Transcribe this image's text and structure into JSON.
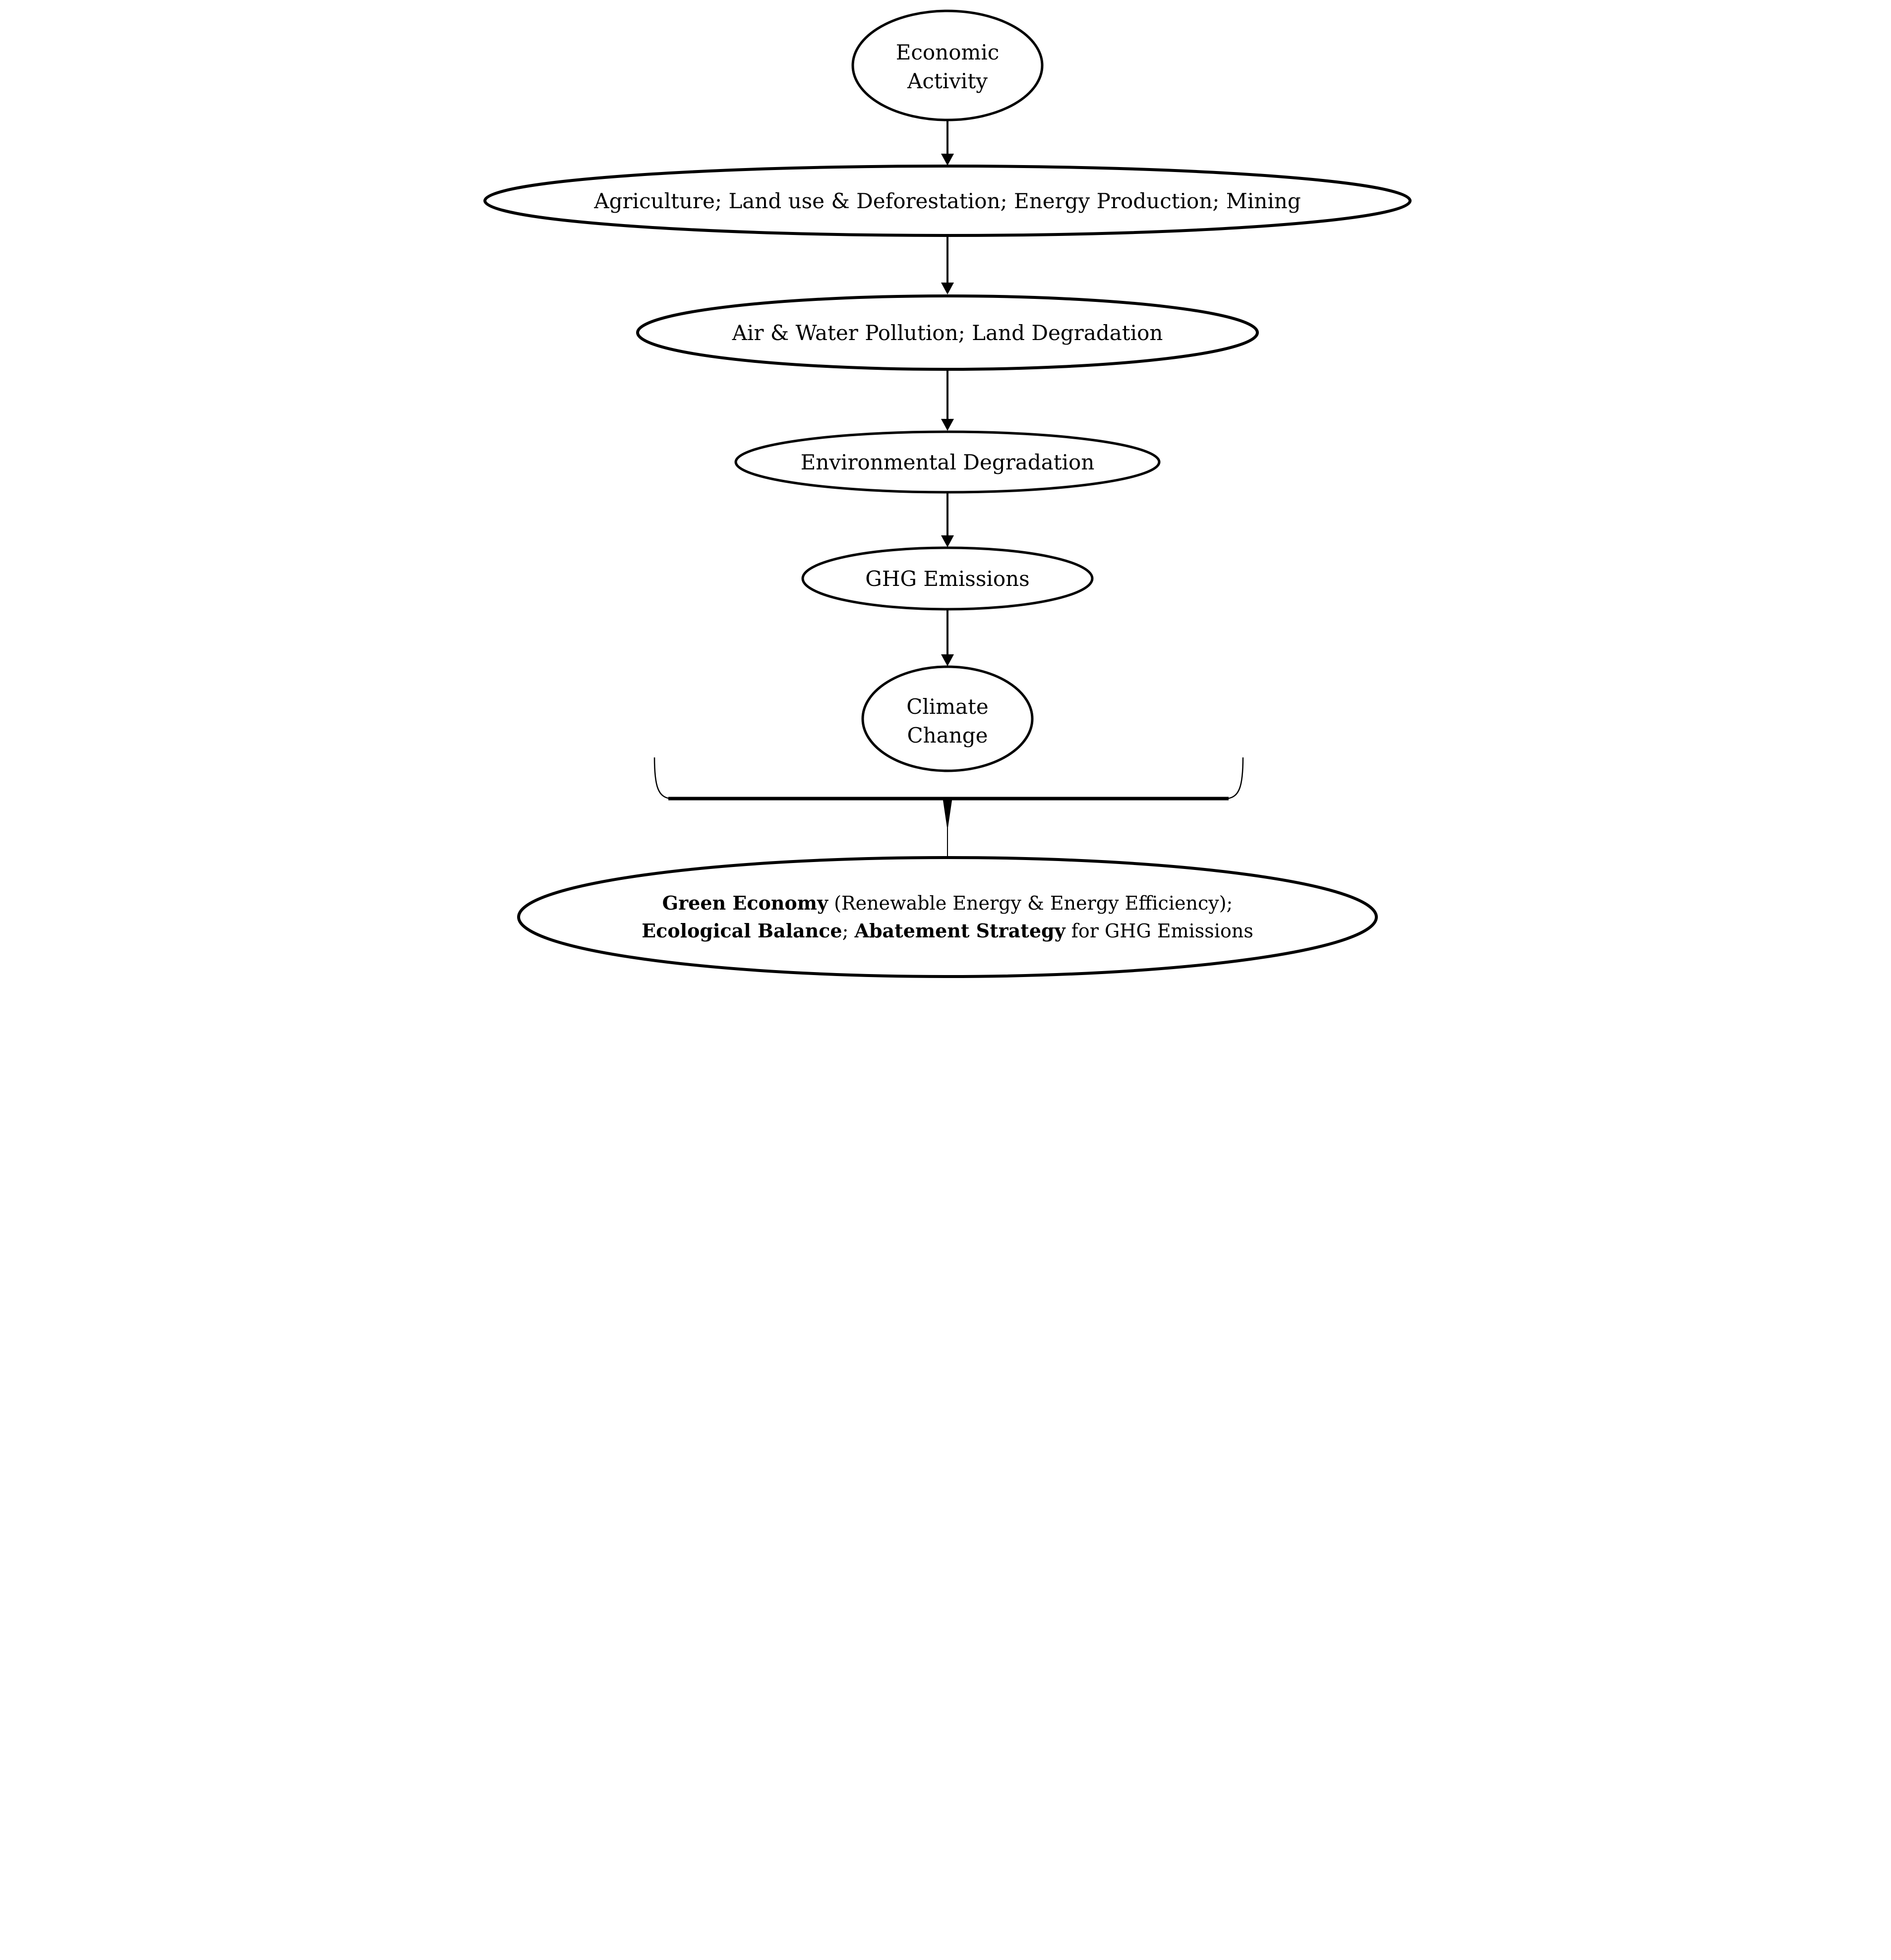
{
  "figure": {
    "background_color": "#ffffff",
    "line_color": "#000000",
    "nodes": {
      "economic_activity": {
        "line1": "Economic",
        "line2": "Activity"
      },
      "sectors": {
        "label": "Agriculture; Land use & Deforestation; Energy Production; Mining"
      },
      "pollution": {
        "label": "Air & Water Pollution; Land Degradation"
      },
      "environmental_degradation": {
        "label": "Environmental Degradation"
      },
      "ghg_emissions": {
        "label": "GHG Emissions"
      },
      "climate_change": {
        "line1": "Climate",
        "line2": "Change"
      },
      "response": {
        "line1_bold": "Green Economy",
        "line1_rest": " (Renewable Energy & Energy Efficiency);",
        "line2_bold_a": "Ecological Balance",
        "line2_mid": "; ",
        "line2_bold_b": "Abatement Strategy",
        "line2_rest": " for GHG Emissions"
      }
    }
  }
}
